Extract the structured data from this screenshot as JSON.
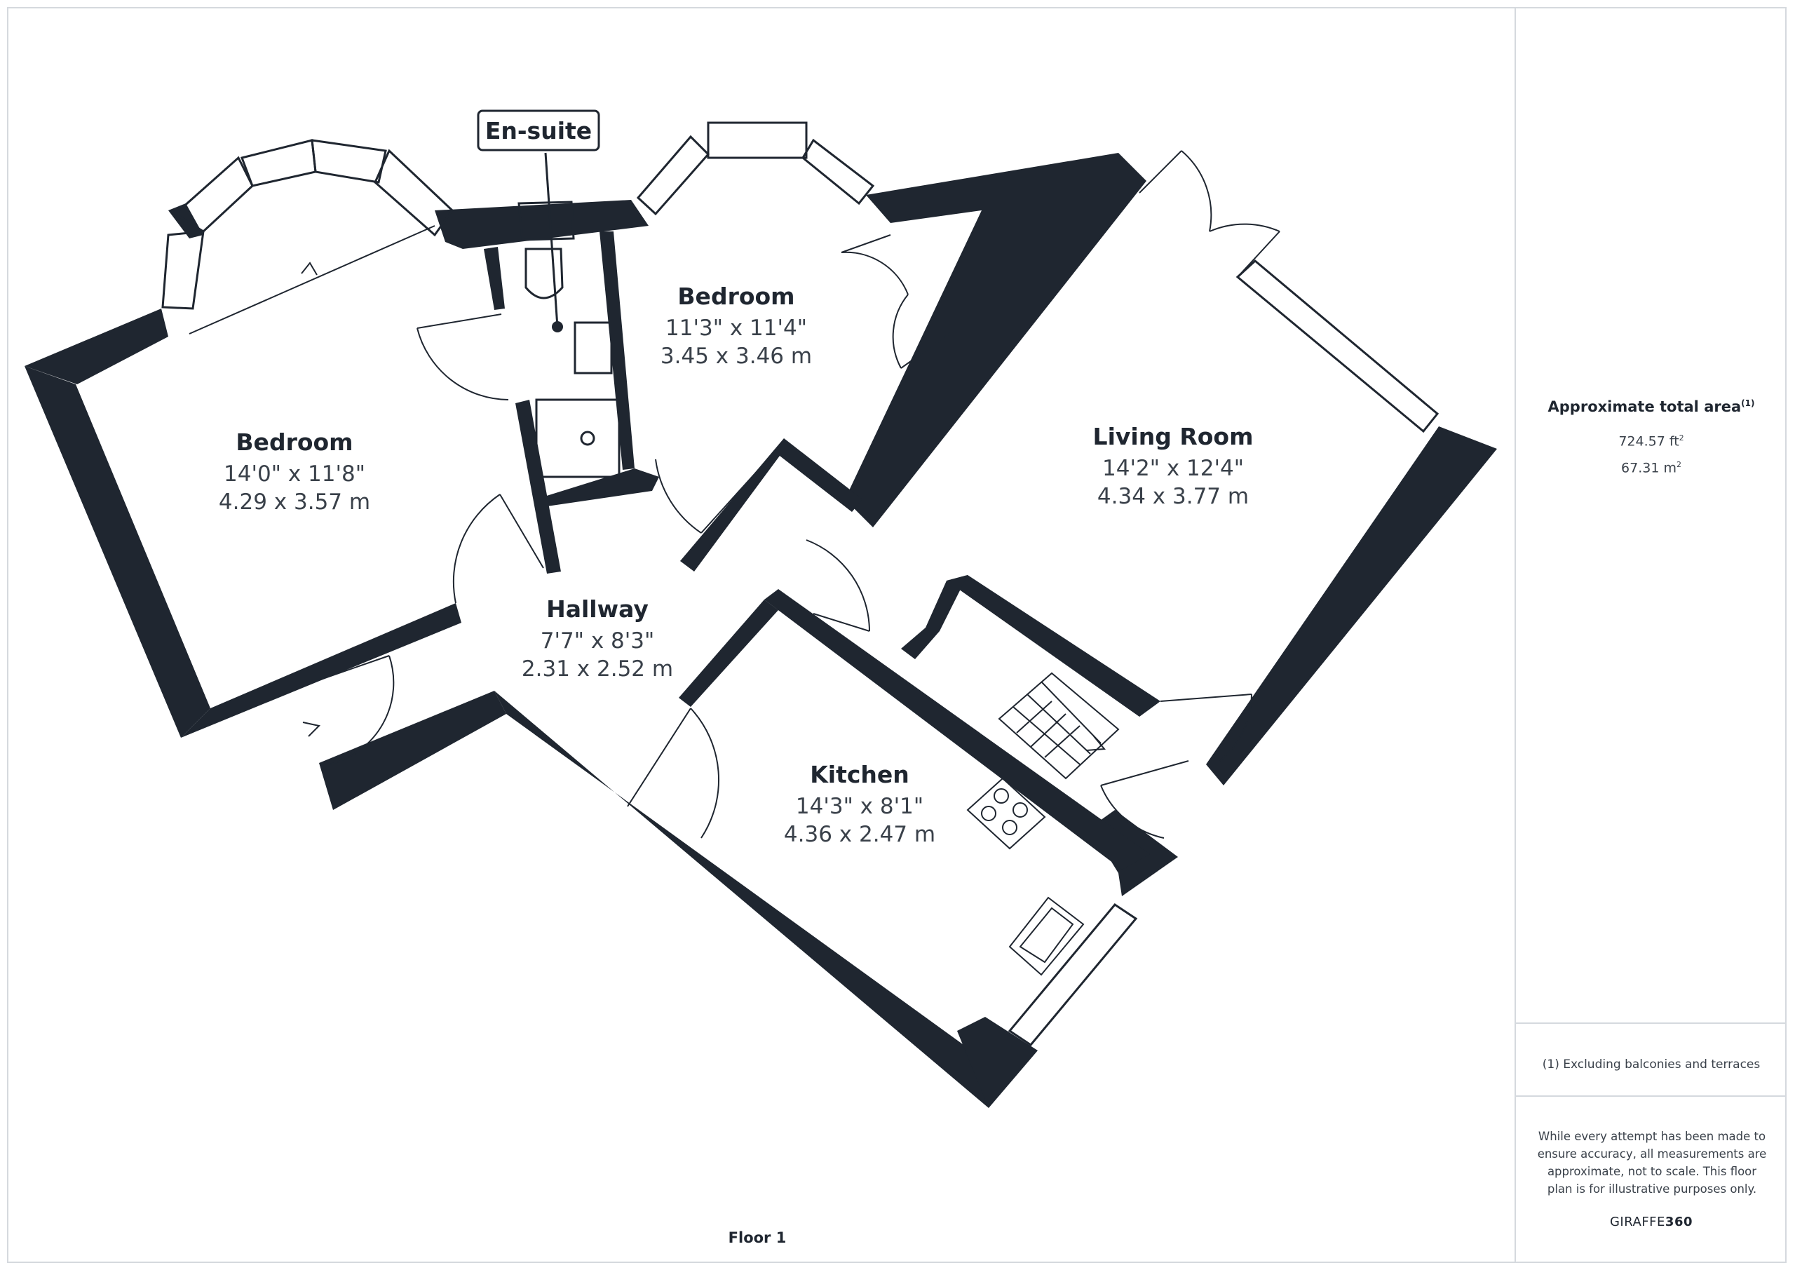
{
  "rooms": {
    "bedroom_left": {
      "name": "Bedroom",
      "imperial": "14'0\" x 11'8\"",
      "metric": "4.29 x 3.57 m"
    },
    "bedroom_top": {
      "name": "Bedroom",
      "imperial": "11'3\" x 11'4\"",
      "metric": "3.45 x 3.46 m"
    },
    "living_room": {
      "name": "Living Room",
      "imperial": "14'2\" x 12'4\"",
      "metric": "4.34 x 3.77 m"
    },
    "hallway": {
      "name": "Hallway",
      "imperial": "7'7\" x 8'3\"",
      "metric": "2.31 x 2.52 m"
    },
    "kitchen": {
      "name": "Kitchen",
      "imperial": "14'3\" x 8'1\"",
      "metric": "4.36 x 2.47 m"
    },
    "ensuite": {
      "name": "En-suite"
    }
  },
  "floor_label": "Floor 1",
  "sidebar": {
    "area_title": "Approximate total area",
    "area_footnote_mark": "(1)",
    "area_sqft": "724.57 ft",
    "area_sqm": "67.31 m",
    "area_unit_sup": "2",
    "note": "(1) Excluding balconies and terraces",
    "disclaimer": "While every attempt has been made to ensure accuracy, all measurements are approximate, not to scale. This floor plan is for illustrative purposes only.",
    "brand_light": "GIRAFFE",
    "brand_bold": "360"
  },
  "colors": {
    "wall": "#1f2630",
    "frame": "#d5d9de",
    "text": "#1f2630",
    "subtext": "#3a414a"
  }
}
